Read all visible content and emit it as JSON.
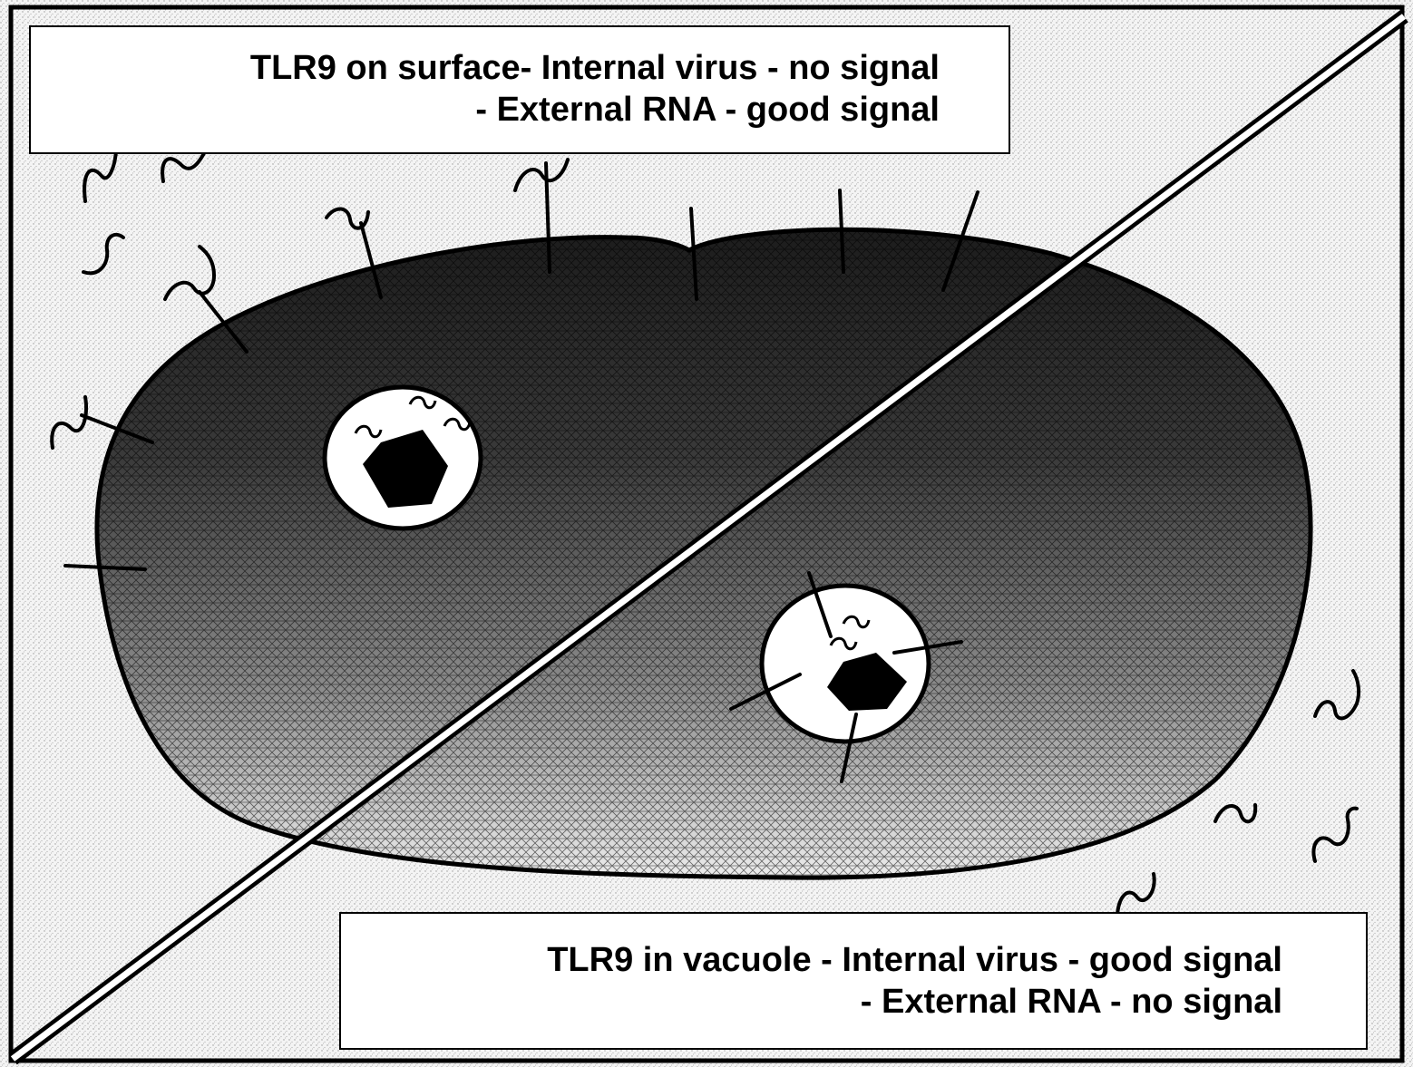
{
  "captions": {
    "surface": {
      "line1": "TLR9 on surface- Internal virus - no signal",
      "line2": "- External RNA - good signal"
    },
    "vacuole": {
      "line1": "TLR9 in vacuole - Internal virus - good signal",
      "line2": "- External RNA - no signal"
    }
  },
  "colors": {
    "background_stipple": "#cfcfcf",
    "cell_dark": "#1c1c1c",
    "cell_light": "#ececec",
    "vacuole": "#ffffff",
    "virus": "#000000",
    "outline": "#000000"
  }
}
